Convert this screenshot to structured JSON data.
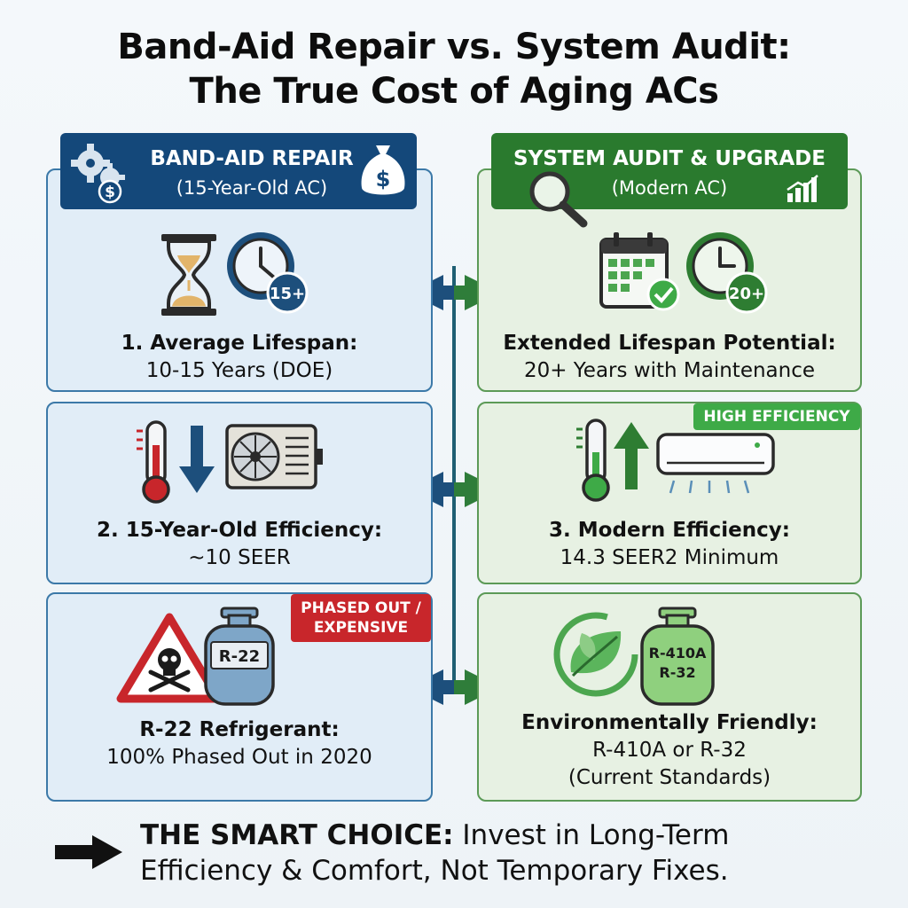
{
  "title": {
    "line1": "Band-Aid Repair vs. System Audit:",
    "line2": "The True Cost of Aging ACs"
  },
  "left_header": {
    "title": "BAND-AID REPAIR",
    "subtitle": "(15-Year-Old AC)",
    "icons": [
      "gears-dollar-icon",
      "money-bag-icon"
    ]
  },
  "right_header": {
    "title": "SYSTEM AUDIT & UPGRADE",
    "subtitle": "(Modern AC)",
    "icons": [
      "magnifier-icon",
      "growth-chart-icon"
    ]
  },
  "left_panels": [
    {
      "title": "1. Average Lifespan:",
      "text": "10-15 Years (DOE)",
      "clock_badge": "15+",
      "icons": [
        "hourglass-icon",
        "clock-icon"
      ]
    },
    {
      "title": "2. 15-Year-Old Efficiency:",
      "text": "~10 SEER",
      "icons": [
        "thermometer-hot-icon",
        "arrow-down-icon",
        "outdoor-ac-unit-icon"
      ]
    },
    {
      "title": "R-22 Refrigerant:",
      "text": "100% Phased Out in 2020",
      "badge": "PHASED OUT / EXPENSIVE",
      "badge_line1": "PHASED OUT /",
      "badge_line2": "EXPENSIVE",
      "tank_label": "R-22",
      "icons": [
        "skull-warning-icon",
        "refrigerant-tank-icon"
      ]
    }
  ],
  "right_panels": [
    {
      "title": "Extended Lifespan Potential:",
      "text": "20+ Years with Maintenance",
      "clock_badge": "20+",
      "icons": [
        "calendar-check-icon",
        "clock-icon"
      ]
    },
    {
      "title": "3. Modern Efficiency:",
      "text": "14.3 SEER2 Minimum",
      "badge": "HIGH EFFICIENCY",
      "icons": [
        "thermometer-cool-icon",
        "arrow-up-icon",
        "mini-split-ac-icon"
      ]
    },
    {
      "title": "Environmentally Friendly:",
      "text": "R-410A or R-32",
      "text2": "(Current Standards)",
      "tank_label_1": "R-410A",
      "tank_label_2": "R-32",
      "icons": [
        "eco-leaf-icon",
        "refrigerant-tank-icon"
      ]
    }
  ],
  "footer": {
    "lead": "THE SMART CHOICE:",
    "text_line1": " Invest in Long-Term",
    "text_line2": "Efficiency & Comfort, Not Temporary Fixes."
  },
  "colors": {
    "blue_dark": "#14487a",
    "blue_panel": "#e1edf7",
    "green_dark": "#2a7a2e",
    "green_panel": "#e7f1e3",
    "red_badge": "#c8262b",
    "green_badge": "#3eaa47"
  }
}
